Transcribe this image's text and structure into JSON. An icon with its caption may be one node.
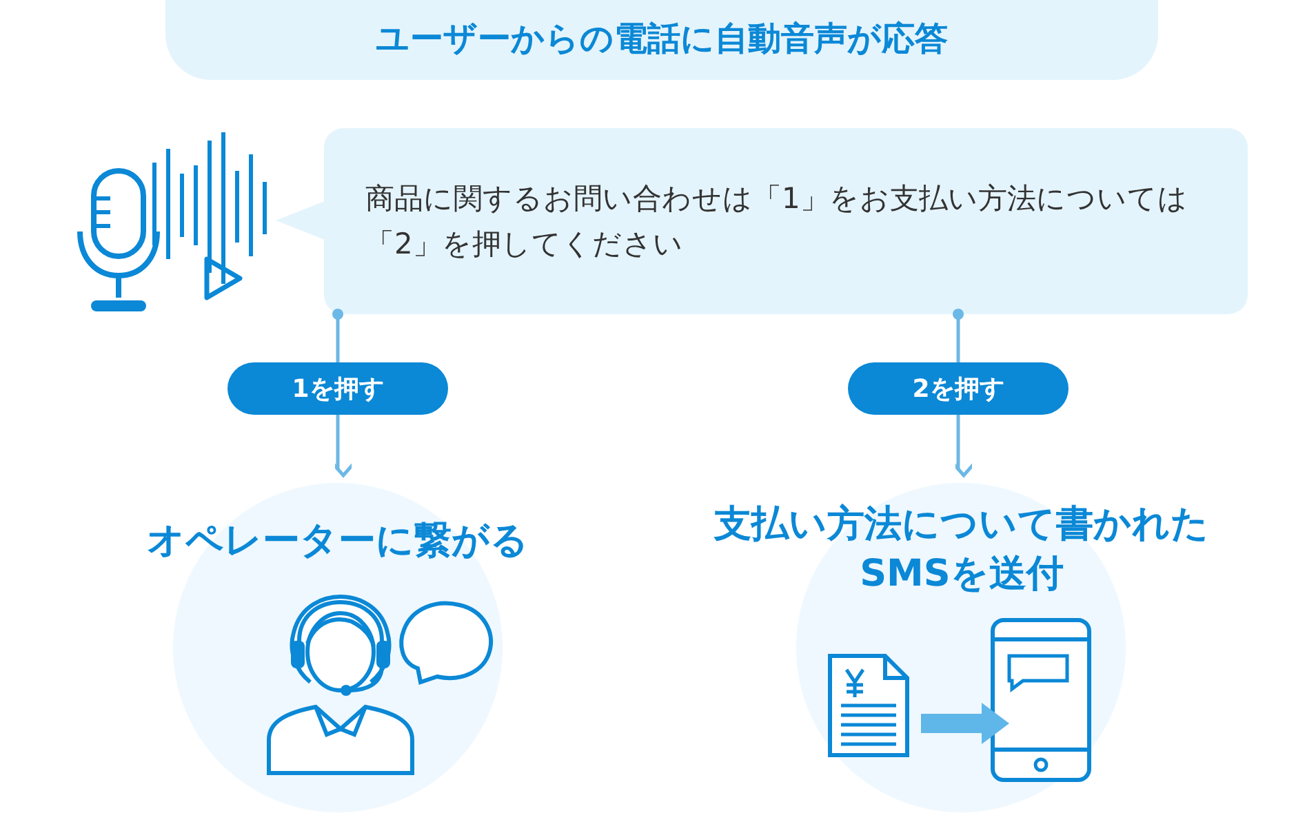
{
  "diagram": {
    "title": "ユーザーからの電話に自動音声が応答",
    "nodes": [
      {
        "text": [
          "商品に関するお問い合わせは「1」をお支払い方法については「2」を押してください"
        ]
      },
      {
        "text": [
          "1を押す"
        ]
      },
      {
        "text": [
          "2を押す"
        ]
      },
      {
        "text": [
          "オペレーターに繋がる"
        ]
      },
      {
        "text": [
          "支払い方法について書かれたSMSを送付"
        ]
      },
      {
        "text": [],
        "shape": "picture",
        "in": 4
      },
      {
        "text": [],
        "shape": "picture",
        "in": 4
      }
    ],
    "edges": [
      {
        "from": 0,
        "to": 1,
        "arrow": "other"
      },
      {
        "from": 1,
        "to": 3,
        "arrow": "to"
      },
      {
        "from": 0,
        "to": 2,
        "arrow": "other"
      },
      {
        "from": 2,
        "to": 4,
        "arrow": "to"
      },
      {
        "from": 5,
        "to": 6,
        "arrow": "to",
        "style": "thick",
        "color": "#5fb6e8"
      }
    ]
  }
}
